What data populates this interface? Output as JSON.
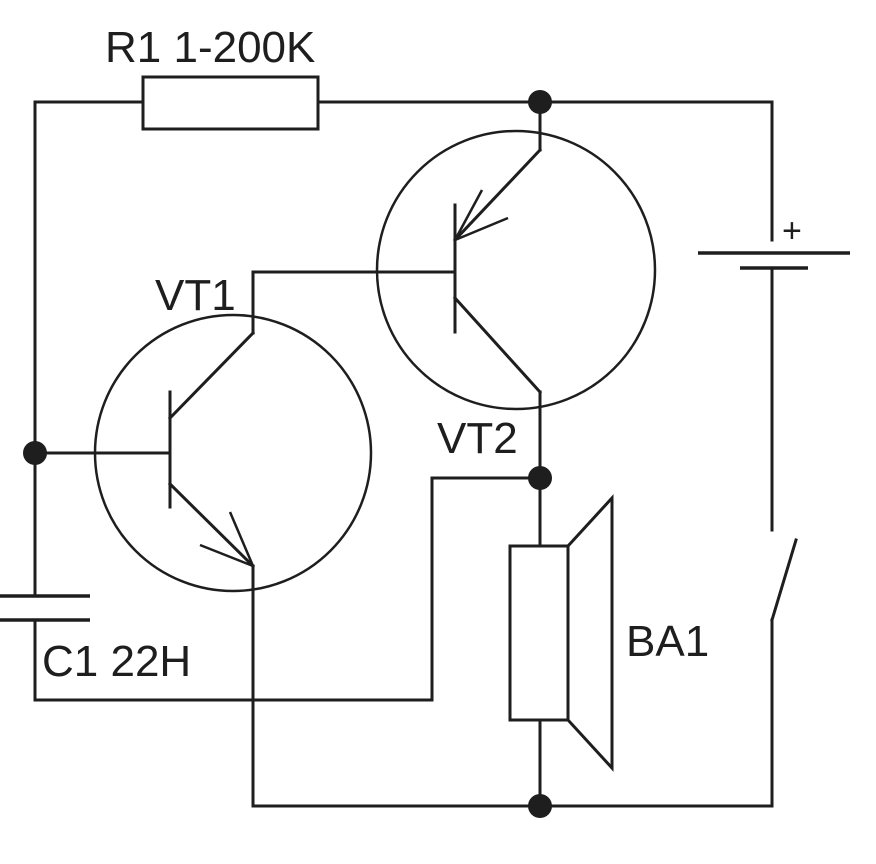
{
  "labels": {
    "r1": "R1 1-200K",
    "vt1": "VT1",
    "vt2": "VT2",
    "c1": "C1 22H",
    "ba1": "BA1",
    "plus": "+"
  },
  "colors": {
    "ink": "#1e1e1e",
    "background": "#ffffff"
  }
}
